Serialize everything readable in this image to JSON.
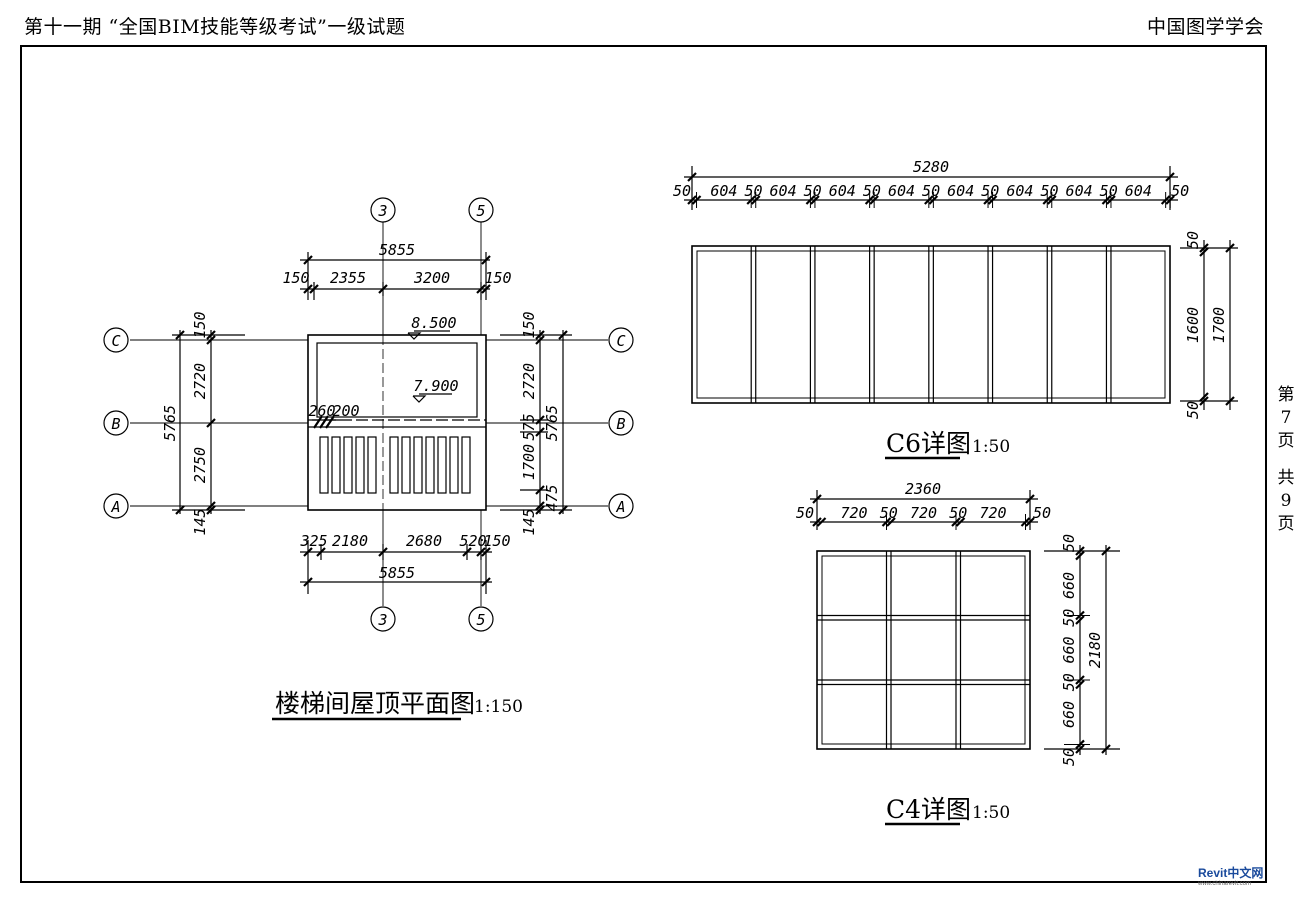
{
  "header": {
    "left": "第十一期 “全国BIM技能等级考试”一级试题",
    "right": "中国图学学会"
  },
  "side": [
    "第",
    "7",
    "页",
    "",
    "共",
    "9",
    "页"
  ],
  "watermark": {
    "brand": "Revit中文网",
    "url": "www.chinarevit.com"
  },
  "stair_plan": {
    "title": "楼梯间屋顶平面图",
    "scale": "1:150",
    "axes_h": [
      "3",
      "5"
    ],
    "axes_v": [
      "C",
      "B",
      "A"
    ],
    "top_dims": {
      "total": "5855",
      "parts": [
        "150",
        "2355",
        "3200",
        "150"
      ]
    },
    "bottom_dims": {
      "total": "5855",
      "parts": [
        "325",
        "2180",
        "2680",
        "520",
        "150"
      ]
    },
    "left_dims": {
      "total": "5765",
      "parts": [
        "150",
        "2720",
        "2750",
        "145"
      ]
    },
    "right_dims": {
      "total": "5765",
      "parts": [
        "150",
        "2720",
        "575",
        "1700",
        "475",
        "145"
      ]
    },
    "elevations": [
      "8.500",
      "7.900"
    ],
    "inner_labels": [
      "260",
      "200"
    ]
  },
  "c6": {
    "title": "C6详图",
    "scale": "1:50",
    "total_width": "5280",
    "parts": [
      "50",
      "604",
      "50",
      "604",
      "50",
      "604",
      "50",
      "604",
      "50",
      "604",
      "50",
      "604",
      "50",
      "604",
      "50",
      "604",
      "50"
    ],
    "height_outer": "1700",
    "height_inner": "1600",
    "height_parts": [
      "50",
      "50"
    ]
  },
  "c4": {
    "title": "C4详图",
    "scale": "1:50",
    "total_width": "2360",
    "parts": [
      "50",
      "720",
      "50",
      "720",
      "50",
      "720",
      "50"
    ],
    "height_total": "2180",
    "height_parts": [
      "50",
      "660",
      "50",
      "660",
      "50",
      "660",
      "50"
    ]
  }
}
